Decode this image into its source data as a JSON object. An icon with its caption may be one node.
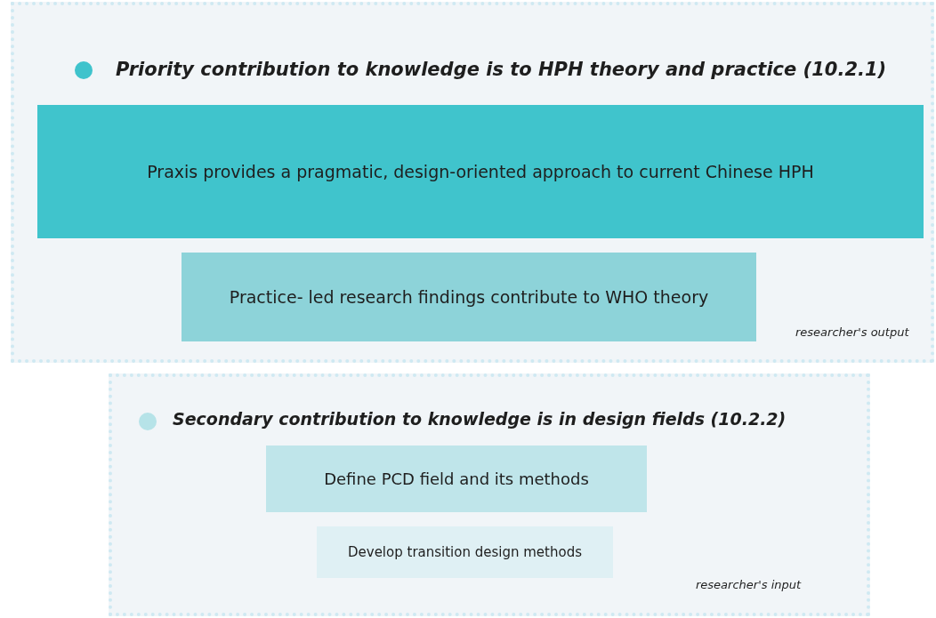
{
  "diagram": {
    "nodes": [
      {
        "text": [
          "Priority contribution to knowledge is to HPH theory and practice (10.2.1)",
          "researcher's output"
        ]
      },
      {
        "text": [
          "Praxis provides a pragmatic, design-oriented approach to current Chinese HPH"
        ],
        "in": 0
      },
      {
        "text": [
          "Practice- led research findings contribute to WHO theory"
        ],
        "in": 0
      },
      {
        "text": [
          "Secondary contribution to knowledge is in design fields (10.2.2)",
          "researcher's input"
        ]
      },
      {
        "text": [
          "Define PCD field and its methods"
        ],
        "in": 3
      },
      {
        "text": [
          "Develop transition design methods"
        ],
        "in": 3
      }
    ]
  }
}
